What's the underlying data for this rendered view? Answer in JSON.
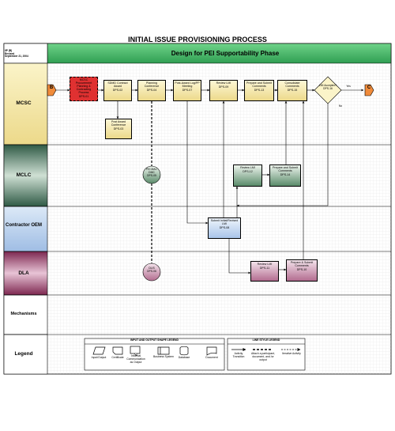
{
  "title": "INITIAL ISSUE PROVISIONING PROCESS",
  "header": {
    "code": "IIP (B)",
    "revised": "Revised",
    "date": "September 21, 2004",
    "phase_title": "Design for PEI Supportability Phase"
  },
  "lanes": [
    "MCSC",
    "MCLC",
    "Contractor OEM",
    "DLA",
    "Mechanisms",
    "Legend"
  ],
  "terminals": {
    "start": "B",
    "end": "C"
  },
  "steps": {
    "s1": {
      "label": "MCSC Procurement Planning & Contracting Process",
      "id": "DPS-01"
    },
    "s2": {
      "label": "SDMD Contract Award",
      "id": "DPS-02"
    },
    "s3": {
      "label": "Planning Conference",
      "id": "DPS-04"
    },
    "s4": {
      "label": "Post Award Conference",
      "id": "DPS-03"
    },
    "s5": {
      "label": "Post-Award Log/PP Meeting",
      "id": "DPS-07"
    },
    "s6": {
      "label": "Review LMI",
      "id": "DPS-09"
    },
    "s7": {
      "label": "Prepare and Submit Comments",
      "id": "DPS-13"
    },
    "s8": {
      "label": "Consolidate Comments",
      "id": "DPS-15"
    },
    "s9": {
      "label": "Review LMI",
      "id": "DPS-12"
    },
    "s10": {
      "label": "Prepare and Submit Comments",
      "id": "DPS-14"
    },
    "s11": {
      "label": "Submit Initial/Revised LMI",
      "id": "DPS-08"
    },
    "s12": {
      "label": "Review LMI",
      "id": "DPS-11"
    },
    "s13": {
      "label": "Prepare & Submit Comments",
      "id": "DPS-10"
    }
  },
  "circles": {
    "c1": {
      "label": "PEI MAC DMC",
      "id": "DPS-05"
    },
    "c2": {
      "label": "DLIS",
      "id": "DPS-06"
    }
  },
  "decision": {
    "label": "LMI Accepted?",
    "id": "DPS-16",
    "yes": "Yes",
    "no": "No"
  },
  "legend": {
    "io_title": "INPUT AND OUTPUT SHAPE LEGEND",
    "io_items": [
      "Input/Output",
      "Certificate",
      "Informal Communication as Output",
      "Business System",
      "Database",
      "Document"
    ],
    "line_title": "LINE STYLE LEGEND",
    "line_items": [
      "Activity Transition",
      "Attach a participant, document, and /or output",
      "Iterative Activity"
    ]
  },
  "colors": {
    "mcsc": "#f5eba6",
    "mclc": "#a9c3b1",
    "contractor": "#c9dcf3",
    "dla": "#cf9ab4",
    "red": "#e03131",
    "terminal": "#e97f34",
    "grid": "#dcdcdc"
  }
}
